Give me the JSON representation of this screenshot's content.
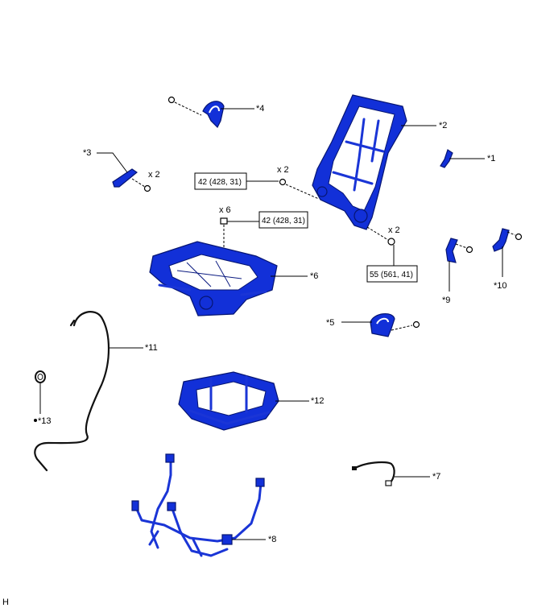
{
  "callouts": {
    "c1": "*1",
    "c2": "*2",
    "c3": "*3",
    "c4": "*4",
    "c5": "*5",
    "c6": "*6",
    "c7": "*7",
    "c8": "*8",
    "c9": "*9",
    "c10": "*10",
    "c11": "*11",
    "c12": "*12",
    "c13": "*13"
  },
  "quantities": {
    "q_bolt_left": "x 2",
    "q_bolt_frame": "x 2",
    "q_nut_cushion": "x 6",
    "q_bolt_right": "x 2"
  },
  "torques": {
    "t1": "42 (428, 31)",
    "t2": "42 (428, 31)",
    "t3": "55 (561, 41)"
  },
  "footer": {
    "code": "H"
  },
  "colors": {
    "part": "#1230d8",
    "part_outline": "#061572",
    "wire": "#111111"
  }
}
